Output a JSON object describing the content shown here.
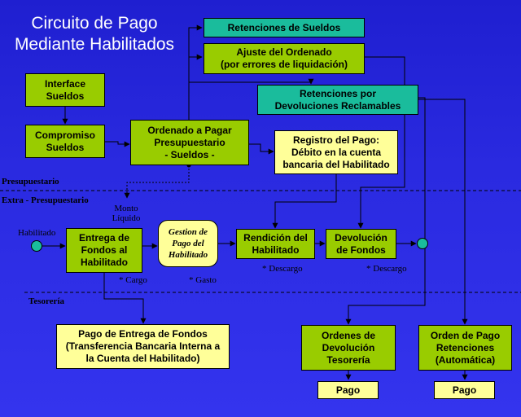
{
  "title": "Circuito de Pago\nMediante Habilitados",
  "sections": {
    "presupuestario": "Presupuestario",
    "extra_presupuestario": "Extra - Presupuestario",
    "tesoreria": "Tesorería"
  },
  "boxes": {
    "retenciones_sueldos": "Retenciones de Sueldos",
    "ajuste_ordenado": "Ajuste del Ordenado\n(por errores de liquidación)",
    "interface_sueldos": "Interface\nSueldos",
    "retenciones_devoluciones": "Retenciones por\nDevoluciones Reclamables",
    "compromiso_sueldos": "Compromiso\nSueldos",
    "ordenado_pagar": "Ordenado a Pagar\nPresupuestario\n- Sueldos -",
    "registro_pago": "Registro del Pago:\nDébito en la cuenta\nbancaria del Habilitado",
    "entrega_fondos": "Entrega de\nFondos al\nHabilitado",
    "gestion_pago": "Gestion de\nPago del\nHabilitado",
    "rendicion": "Rendición del\nHabilitado",
    "devolucion_fondos": "Devolución\nde Fondos",
    "pago_entrega": "Pago de Entrega de Fondos\n(Transferencia Bancaria Interna a\nla Cuenta del Habilitado)",
    "ordenes_devolucion": "Ordenes de\nDevolución\nTesorería",
    "orden_pago_ret": "Orden de Pago\nRetenciones\n(Automática)",
    "pago_1": "Pago",
    "pago_2": "Pago"
  },
  "labels": {
    "habilitado": "Habilitado",
    "monto_liquido": "Monto\nLíquido",
    "cargo": "* Cargo",
    "gasto": "* Gasto",
    "descargo_1": "* Descargo",
    "descargo_2": "* Descargo"
  },
  "colors": {
    "background": "#2a2ae0",
    "green": "#99cc00",
    "teal": "#1abc9c",
    "yellow": "#ffff99",
    "line": "#000000"
  }
}
